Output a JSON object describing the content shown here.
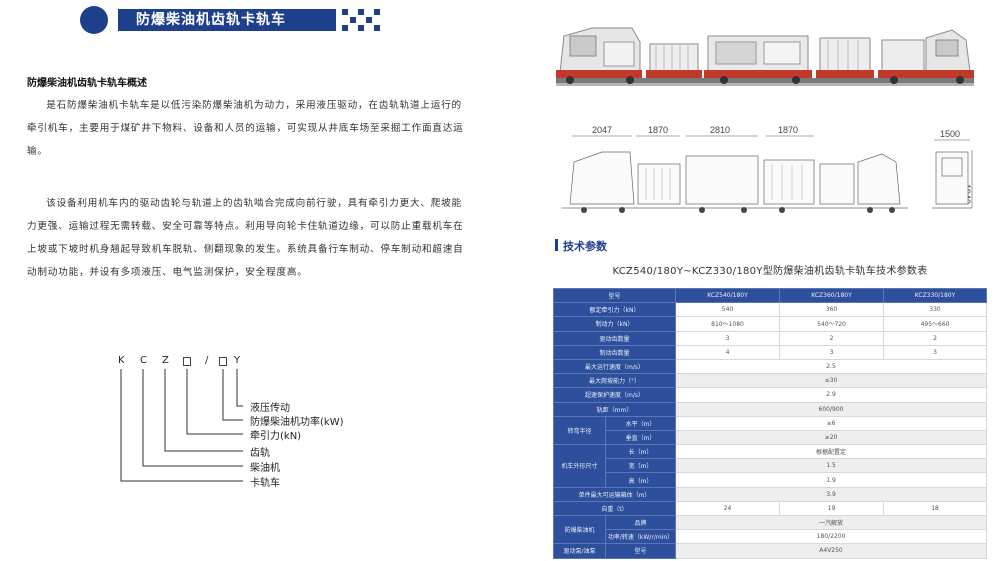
{
  "title": "防爆柴油机齿轨卡轨车",
  "overview": {
    "heading": "防爆柴油机齿轨卡轨车概述",
    "paragraph_1": "是石防爆柴油机卡轨车是以低污染防爆柴油机为动力，采用液压驱动，在齿轨轨道上运行的牵引机车，主要用于煤矿井下物料、设备和人员的运输，可实现从井底车场至采掘工作面直达运输。",
    "paragraph_2": "该设备利用机车内的驱动齿轮与轨道上的齿轨啮合完成向前行驶，具有牵引力更大、爬坡能力更强、运输过程无需转载、安全可靠等特点。利用导向轮卡住轨道边缘，可以防止重载机车在上坡或下坡时机身翘起导致机车脱轨、侧翻现象的发生。系统具备行车制动、停车制动和超速自动制动功能，并设有多项液压、电气监测保护，安全程度高。"
  },
  "model_code": {
    "chars": [
      "K",
      "C",
      "Z",
      "/",
      "Y"
    ],
    "labels": [
      "液压传动",
      "防爆柴油机功率(kW)",
      "牵引力(kN)",
      "齿轨",
      "柴油机",
      "卡轨车"
    ]
  },
  "dimensions": [
    "2047",
    "1870",
    "2810",
    "1870",
    "1500",
    "1940"
  ],
  "tech": {
    "heading": "技术参数",
    "table_title": "KCZ540/180Y~KCZ330/180Y型防爆柴油机齿轨卡轨车技术参数表"
  },
  "spec_table": {
    "header": [
      "型号",
      "KCZ540/180Y",
      "KCZ360/180Y",
      "KCZ330/180Y"
    ],
    "rows": {
      "traction": {
        "label": "额定牵引力（kN）",
        "v": [
          "540",
          "360",
          "330"
        ]
      },
      "braking": {
        "label": "制动力（kN）",
        "v": [
          "810～1080",
          "540～720",
          "495～660"
        ]
      },
      "drive_count": {
        "label": "驱动齿数量",
        "v": [
          "3",
          "2",
          "2"
        ]
      },
      "brake_count": {
        "label": "制动齿数量",
        "v": [
          "4",
          "3",
          "3"
        ]
      },
      "max_speed": {
        "label": "最大运行速度（m/s）",
        "v": "2.5"
      },
      "max_grade": {
        "label": "最大爬坡能力（°）",
        "v": "≤30"
      },
      "overspeed": {
        "label": "超速保护速度（m/s）",
        "v": "2.9"
      },
      "gauge": {
        "label": "轨距（mm）",
        "v": "600/900"
      },
      "turn_radius": {
        "label": "转弯半径",
        "h_label": "水平（m）",
        "h": "≥6",
        "v_label": "垂直（m）",
        "v": "≥20"
      },
      "size": {
        "label": "机车外形尺寸",
        "l_label": "长（m）",
        "l": "根据配置定",
        "w_label": "宽（m）",
        "w": "1.5",
        "ht_label": "高（m）",
        "ht": "1.9"
      },
      "single_box": {
        "label": "单件最大可运输箱体（m）",
        "v": "3.9"
      },
      "weight": {
        "label": "自重（t）",
        "v": [
          "24",
          "19",
          "18"
        ]
      },
      "engine": {
        "label": "防爆柴油机",
        "brand_label": "品牌",
        "brand": "一汽解放",
        "power_label": "功率/转速（kW/r/min）",
        "power": "180/2200"
      },
      "hydraulic": {
        "label": "驱动泵/油泵",
        "model_label": "型号",
        "model": "A4V250"
      }
    }
  }
}
